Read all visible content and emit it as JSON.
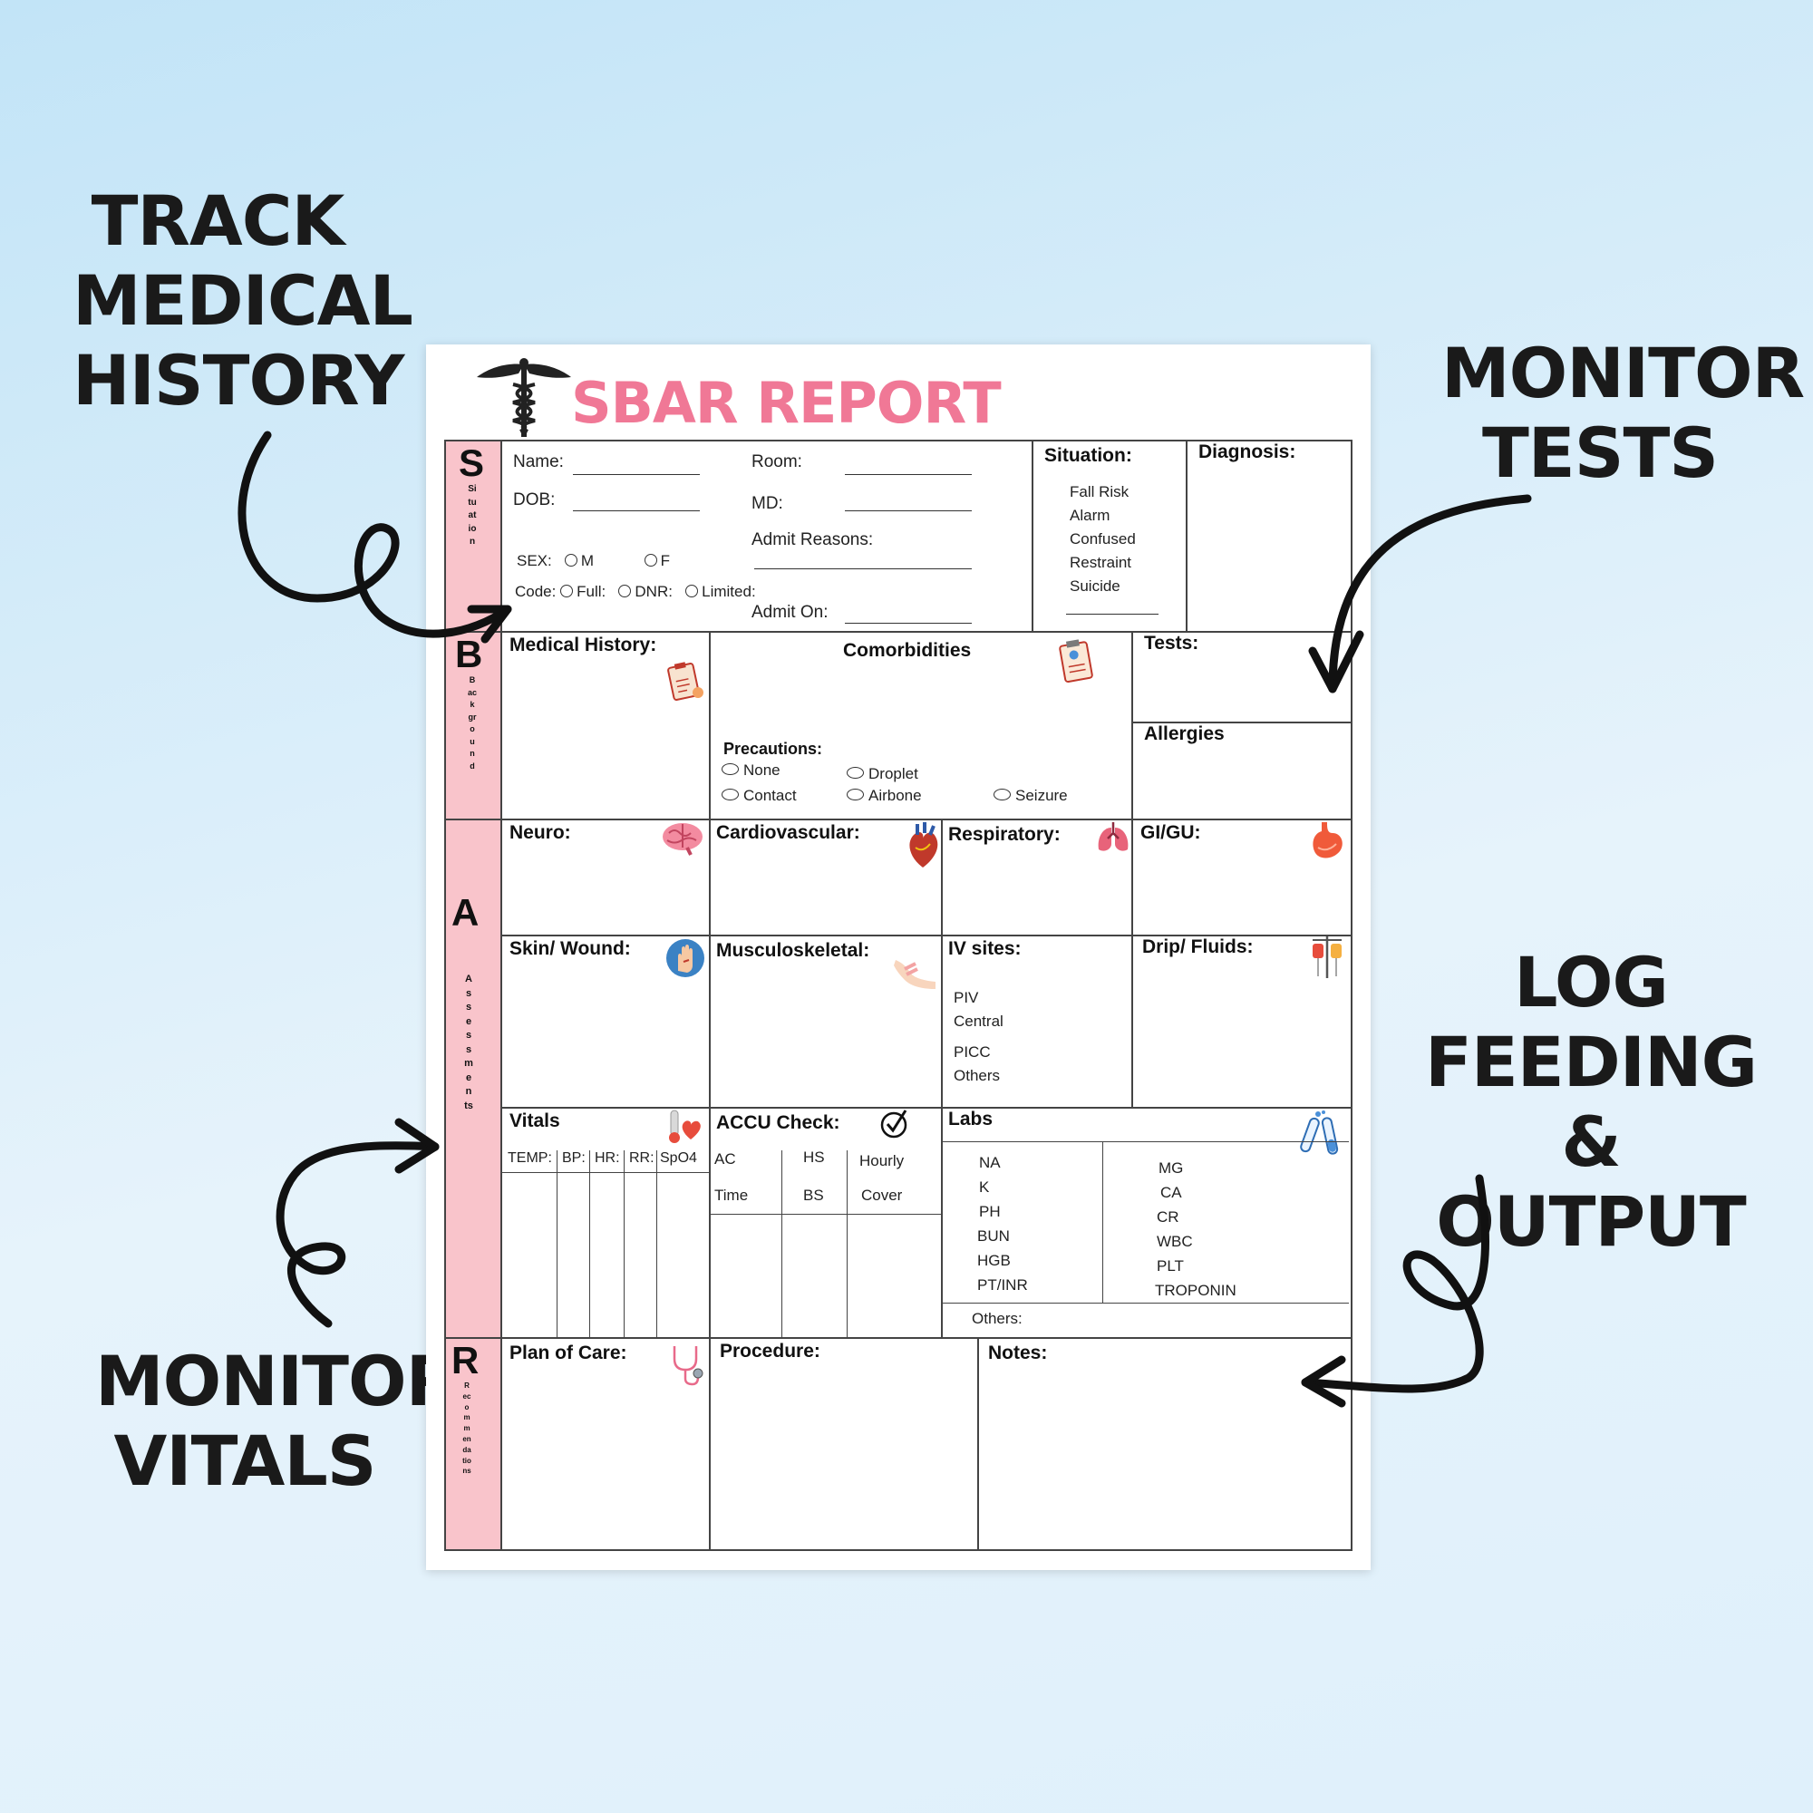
{
  "callouts": {
    "track": [
      "TRACK",
      "MEDICAL",
      "HISTORY"
    ],
    "tests": [
      "MONITOR",
      "TESTS"
    ],
    "feeding": [
      "LOG",
      "FEEDING &",
      "OUTPUT"
    ],
    "vitals": [
      "MONITOR",
      "VITALS"
    ]
  },
  "colors": {
    "accent_pink": "#f07896",
    "band_pink": "#f9c4cb"
  },
  "report": {
    "title": "SBAR REPORT",
    "bands": {
      "s": {
        "letter": "S",
        "word": "Situation"
      },
      "b": {
        "letter": "B",
        "word": "Background"
      },
      "a": {
        "letter": "A",
        "word": "Assessments"
      },
      "r": {
        "letter": "R",
        "word": "Recommendations"
      }
    },
    "patient": {
      "name": "Name:",
      "dob": "DOB:",
      "room": "Room:",
      "md": "MD:",
      "admit_reasons": "Admit Reasons:",
      "admit_on": "Admit On:",
      "sex": "SEX:",
      "sex_m": "M",
      "sex_f": "F",
      "code": "Code:",
      "code_full": "Full:",
      "code_dnr": "DNR:",
      "code_limited": "Limited:"
    },
    "situation": {
      "heading": "Situation:",
      "items": [
        "Fall Risk",
        "Alarm",
        "Confused",
        "Restraint",
        "Suicide"
      ]
    },
    "diagnosis": "Diagnosis:",
    "medical_history": "Medical History:",
    "comorbidities": "Comorbidities",
    "precautions": {
      "heading": "Precautions:",
      "none": "None",
      "contact": "Contact",
      "droplet": "Droplet",
      "airbone": "Airbone",
      "seizure": "Seizure"
    },
    "tests": "Tests:",
    "allergies": "Allergies",
    "neuro": "Neuro:",
    "cardiovascular": "Cardiovascular:",
    "respiratory": "Respiratory:",
    "gigu": "GI/GU:",
    "skin": "Skin/ Wound:",
    "musculoskeletal": "Musculoskeletal:",
    "iv": {
      "heading": "IV sites:",
      "items": [
        "PIV",
        "Central",
        "PICC",
        "Others"
      ]
    },
    "drip": "Drip/ Fluids:",
    "vitals": {
      "heading": "Vitals",
      "cols": [
        "TEMP:",
        "BP:",
        "HR:",
        "RR:",
        "SpO4"
      ]
    },
    "accu": {
      "heading": "ACCU Check:",
      "r1": [
        "AC",
        "HS",
        "Hourly"
      ],
      "r2": [
        "Time",
        "BS",
        "Cover"
      ]
    },
    "labs": {
      "heading": "Labs",
      "left": [
        "NA",
        "K",
        "PH",
        "BUN",
        "HGB",
        "PT/INR"
      ],
      "right": [
        "MG",
        "CA",
        "CR",
        "WBC",
        "PLT",
        "TROPONIN"
      ],
      "others": "Others:"
    },
    "plan": "Plan of Care:",
    "procedure": "Procedure:",
    "notes": "Notes:"
  }
}
